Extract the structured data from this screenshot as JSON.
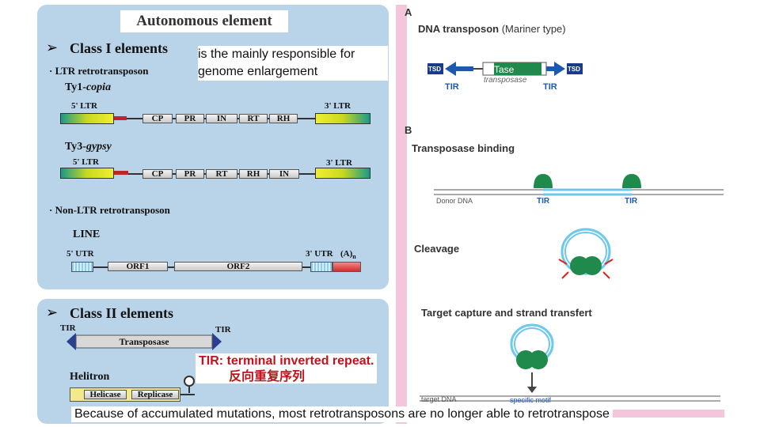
{
  "left_top": {
    "title": "Autonomous element",
    "class1_heading": "Class I elements",
    "note": "is the mainly responsible for genome enlargement",
    "ltr_heading": "LTR retrotransposon",
    "ty1": {
      "name": "Ty1-",
      "italic": "copia",
      "ltr5": "5' LTR",
      "ltr3": "3' LTR",
      "genes": [
        "CP",
        "PR",
        "IN",
        "RT",
        "RH"
      ]
    },
    "ty3": {
      "name": "Ty3-",
      "italic": "gypsy",
      "ltr5": "5' LTR",
      "ltr3": "3' LTR",
      "genes": [
        "CP",
        "PR",
        "RT",
        "RH",
        "IN"
      ]
    },
    "nonltr_heading": "Non-LTR retrotransposon",
    "line": {
      "name": "LINE",
      "utr5": "5' UTR",
      "utr3": "3' UTR",
      "polya": "(A)",
      "polya_sub": "n",
      "orfs": [
        "ORF1",
        "ORF2"
      ]
    }
  },
  "left_bottom": {
    "class2_heading": "Class II elements",
    "tir_left": "TIR",
    "tir_right": "TIR",
    "transposase": "Transposase",
    "helitron": "Helitron",
    "helicase": "Helicase",
    "replicase": "Replicase",
    "tir_note_en": "TIR: terminal inverted repeat.",
    "tir_note_cn": "反向重复序列"
  },
  "right": {
    "label_a": "A",
    "dna_transposon": "DNA transposon",
    "mariner": "(Mariner type)",
    "tsd_left": "TSD",
    "tsd_right": "TSD",
    "tase": "Tase",
    "transposase_italic": "transposase",
    "tir_left": "TIR",
    "tir_right": "TIR",
    "label_b": "B",
    "binding": "Transposase binding",
    "donor_dna": "Donor DNA",
    "tir_b1": "TIR",
    "tir_b2": "TIR",
    "cleavage": "Cleavage",
    "target_capture": "Target capture and strand transfert",
    "target_dna": "target DNA",
    "specific_motif": "specific motif"
  },
  "footer": "Because of accumulated mutations, most retrotransposons are no longer able to retrotranspose",
  "colors": {
    "panel": "#b9d3e9",
    "pink": "#f4c6dc",
    "red_text": "#c0141c",
    "green": "#1f8a4c",
    "navy": "#1c3a8c"
  }
}
